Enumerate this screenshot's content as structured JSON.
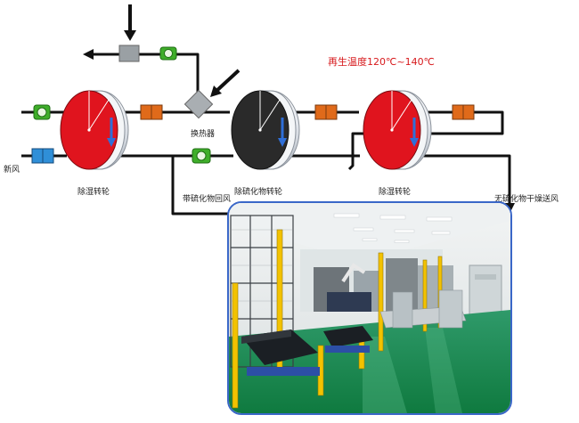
{
  "labels": {
    "regen_temp": "再生温度120℃~140℃",
    "heat_exchanger": "换热器",
    "fresh_air": "新风",
    "wheel_left": "除湿转轮",
    "wheel_middle": "除硫化物转轮",
    "wheel_right": "除湿转轮",
    "return_air": "带硫化物回风",
    "supply_air": "无硫化物干燥送风"
  },
  "colors": {
    "wheel_red": "#e0141e",
    "wheel_dark": "#2a2a2a",
    "fan_green": "#3fae2a",
    "filter_orange": "#e06a1a",
    "filter_blue": "#2f8fd8",
    "pipe": "#111111",
    "photo_border": "#3a67c8",
    "temp_text": "#d7191c"
  },
  "icons": [
    "fan-icon",
    "filter-icon",
    "damper-icon",
    "heat-exchanger-icon",
    "rotation-arrow-icon"
  ]
}
